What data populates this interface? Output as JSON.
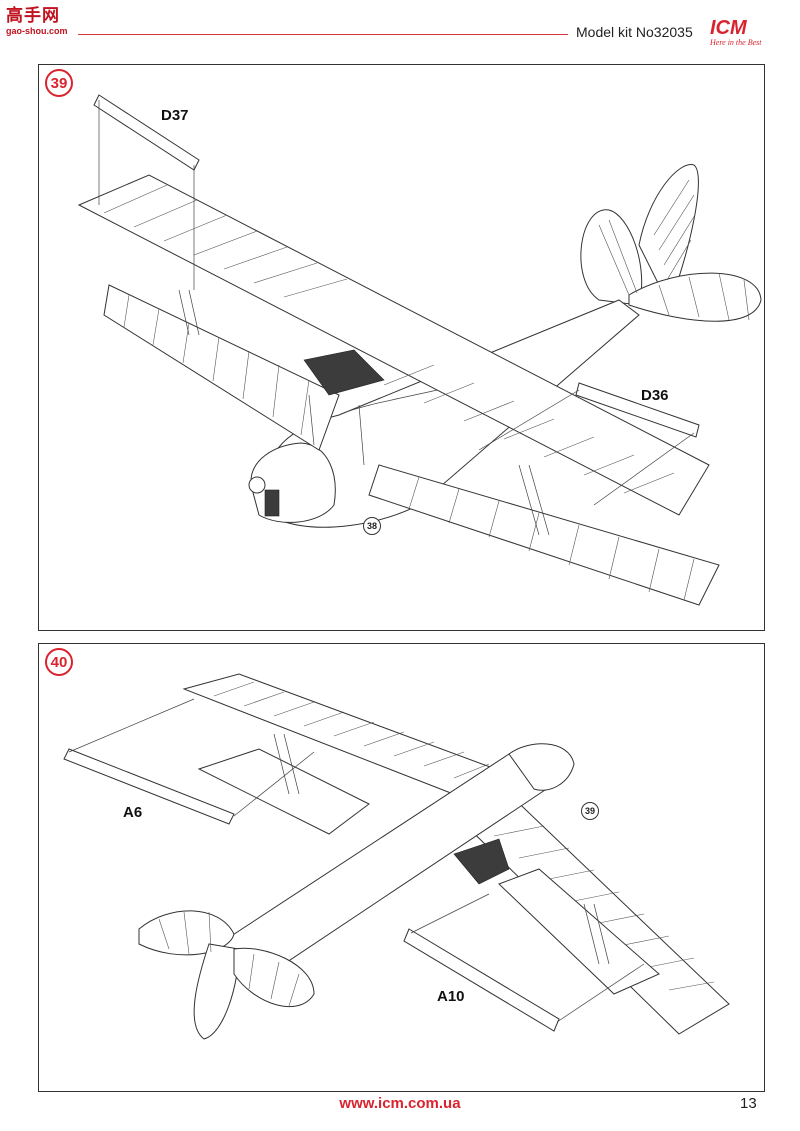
{
  "watermark": {
    "top": "高手网",
    "bottom": "gao-shou.com"
  },
  "header": {
    "title": "Model kit No32035"
  },
  "logo": {
    "main": "ICM",
    "sub": "Here in the Best"
  },
  "steps": [
    {
      "number": "39",
      "part_labels": {
        "top": "D37",
        "right": "D36"
      },
      "reference": "38"
    },
    {
      "number": "40",
      "part_labels": {
        "left": "A6",
        "bottom": "A10"
      },
      "reference": "39"
    }
  ],
  "footer": {
    "url": "www.icm.com.ua",
    "page_number": "13"
  },
  "colors": {
    "accent_red": "#d9232e",
    "line": "#333333"
  }
}
